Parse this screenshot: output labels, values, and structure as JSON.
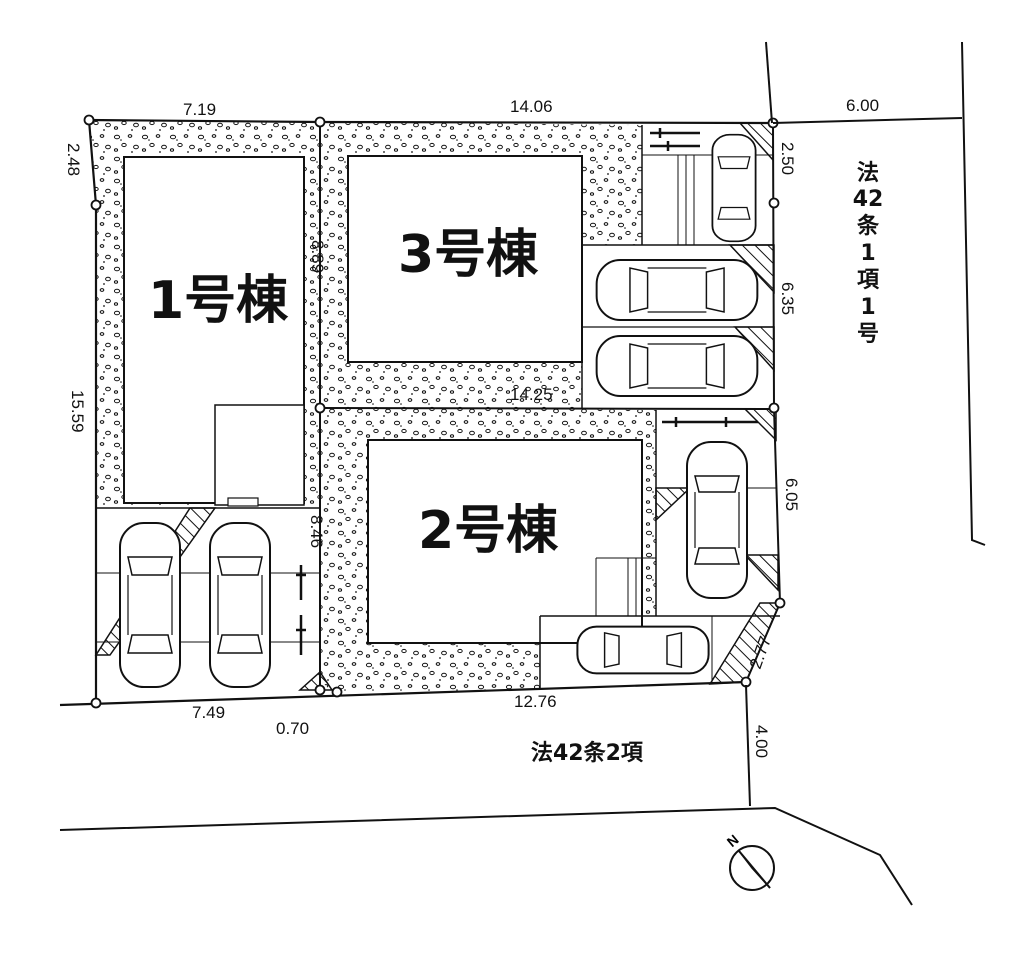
{
  "buildings": {
    "b1": "1号棟",
    "b2": "2号棟",
    "b3": "3号棟"
  },
  "dimensions": {
    "top_left": "7.19",
    "top_mid": "14.06",
    "top_road": "6.00",
    "left_corner": "2.48",
    "left_side": "15.59",
    "mid_upper": "8.89",
    "mid_lower": "8.46",
    "between_3_2": "14.25",
    "right_a": "2.50",
    "right_b": "6.35",
    "right_c": "6.05",
    "right_corner": "2.77",
    "bottom_left": "7.49",
    "bottom_small": "0.70",
    "bottom_mid": "12.76",
    "road_width_south": "4.00"
  },
  "roads": {
    "east_label": [
      "法",
      "42",
      "条",
      "1",
      "項",
      "1",
      "号"
    ],
    "south_label": "法42条2項"
  },
  "compass": {
    "letter": "N"
  }
}
